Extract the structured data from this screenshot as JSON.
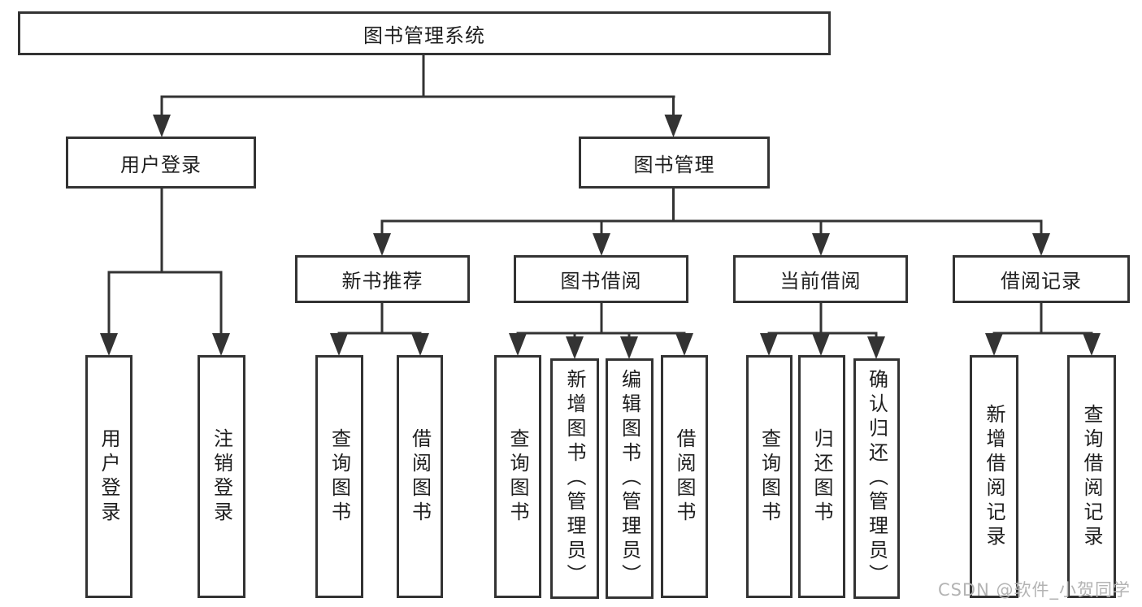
{
  "diagram": {
    "root": {
      "label": "图书管理系统"
    },
    "level2": [
      {
        "label": "用户登录"
      },
      {
        "label": "图书管理"
      }
    ],
    "level3": [
      {
        "label": "新书推荐"
      },
      {
        "label": "图书借阅"
      },
      {
        "label": "当前借阅"
      },
      {
        "label": "借阅记录"
      }
    ],
    "leaves": {
      "user_login": [
        "用户登录",
        "注销登录"
      ],
      "new_book_recommend": [
        "查询图书",
        "借阅图书"
      ],
      "book_borrow": [
        "查询图书",
        "新增图书（管理员）",
        "编辑图书（管理员）",
        "借阅图书"
      ],
      "current_borrow": [
        "查询图书",
        "归还图书",
        "确认归还（管理员）"
      ],
      "borrow_records": [
        "新增借阅记录",
        "查询借阅记录"
      ]
    }
  },
  "watermark": {
    "text": "CSDN @软件_小贺同学",
    "color": "#b3b3b3"
  },
  "colors": {
    "line": "#333333",
    "box_border": "#333333",
    "text": "#1e1e1e",
    "background": "#ffffff"
  }
}
